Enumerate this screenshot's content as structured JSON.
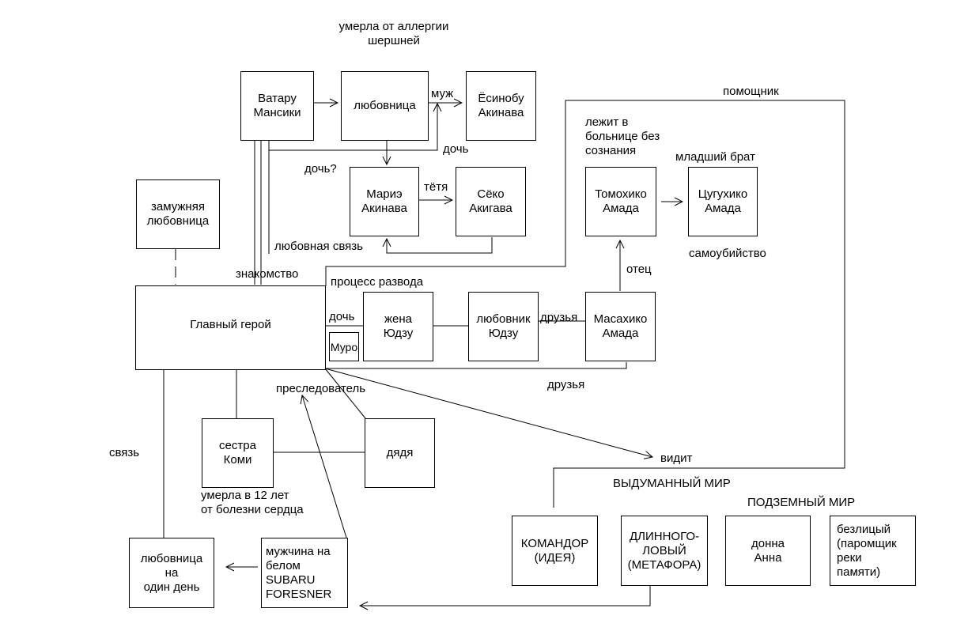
{
  "nodes": {
    "vataru": "Ватару\nМансики",
    "lyubovnitsa_top": "любовница",
    "esinobu": "Ёсинобу\nАкинава",
    "marie": "Мариэ\nАкинава",
    "seko": "Сёко\nАкигава",
    "zamuzhnyaya": "замужняя\nлюбовница",
    "tomohiko": "Томохико\nАмада",
    "tsuguhiko": "Цугухико\nАмада",
    "glavny": "Главный герой",
    "zhena": "жена\nЮдзу",
    "lyubovnik": "любовник\nЮдзу",
    "masahiko": "Масахико\nАмада",
    "muro": "Муро",
    "sestra": "сестра\nКоми",
    "dyadya": "дядя",
    "lyubovnitsa_den": "любовница\nна\nодин день",
    "muzhchina": "мужчина на\nбелом\nSUBARU\nFORESNER",
    "komandor": "КОМАНДОР\n(ИДЕЯ)",
    "dlinnogolovy": "ДЛИННОГО-\nЛОВЫЙ\n(МЕТАФОРА)",
    "donna": "донна\nАнна",
    "bezlitsy": "безлицый\n(паромщик\nреки\nпамяти)"
  },
  "labels": {
    "umerla_allergiya": "умерла от аллергии\nшершней",
    "muzh": "муж",
    "doch_top": "дочь",
    "doch_q": "дочь?",
    "tetya": "тётя",
    "lyubovnaya_svyaz": "любовная связь",
    "pomoshnik": "помощник",
    "lezhit": "лежит в\nбольнице без\nсознания",
    "mladshiy_brat": "младший брат",
    "samoubiystvo": "самоубийство",
    "otets": "отец",
    "znakomstvo": "знакомство",
    "protsess_razvoda": "процесс развода",
    "doch_muro": "дочь",
    "druzya_1": "друзья",
    "druzya_2": "друзья",
    "presledovatel": "преследователь",
    "vidit": "видит",
    "svyaz": "связь",
    "umerla_12": "умерла в 12 лет\nот болезни сердца",
    "vydumanny": "ВЫДУМАННЫЙ МИР",
    "podzemny": "ПОДЗЕМНЫЙ МИР"
  }
}
